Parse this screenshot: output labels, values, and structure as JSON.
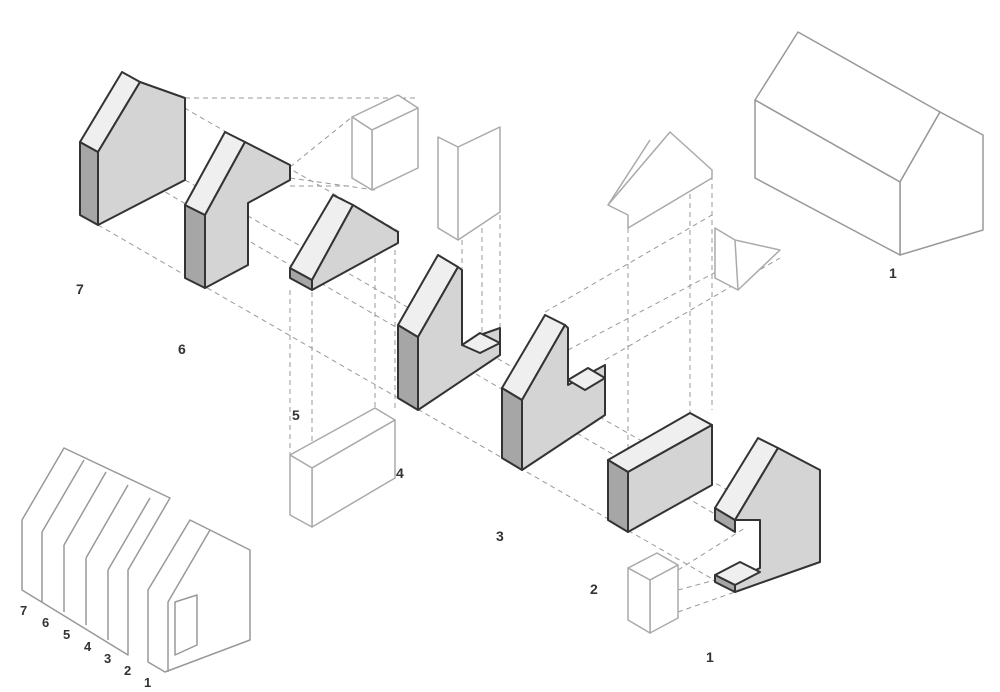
{
  "labels": {
    "piece_7": "7",
    "piece_6": "6",
    "piece_5": "5",
    "piece_4": "4",
    "piece_3": "3",
    "piece_2": "2",
    "piece_1": "1",
    "house_1": "1"
  },
  "assembly_labels": [
    "7",
    "6",
    "5",
    "4",
    "3",
    "2",
    "1"
  ],
  "colors": {
    "outline": "#333333",
    "ghost_outline": "#aaaaaa",
    "top": "#efefef",
    "front": "#d4d4d4",
    "side": "#a6a6a6"
  }
}
